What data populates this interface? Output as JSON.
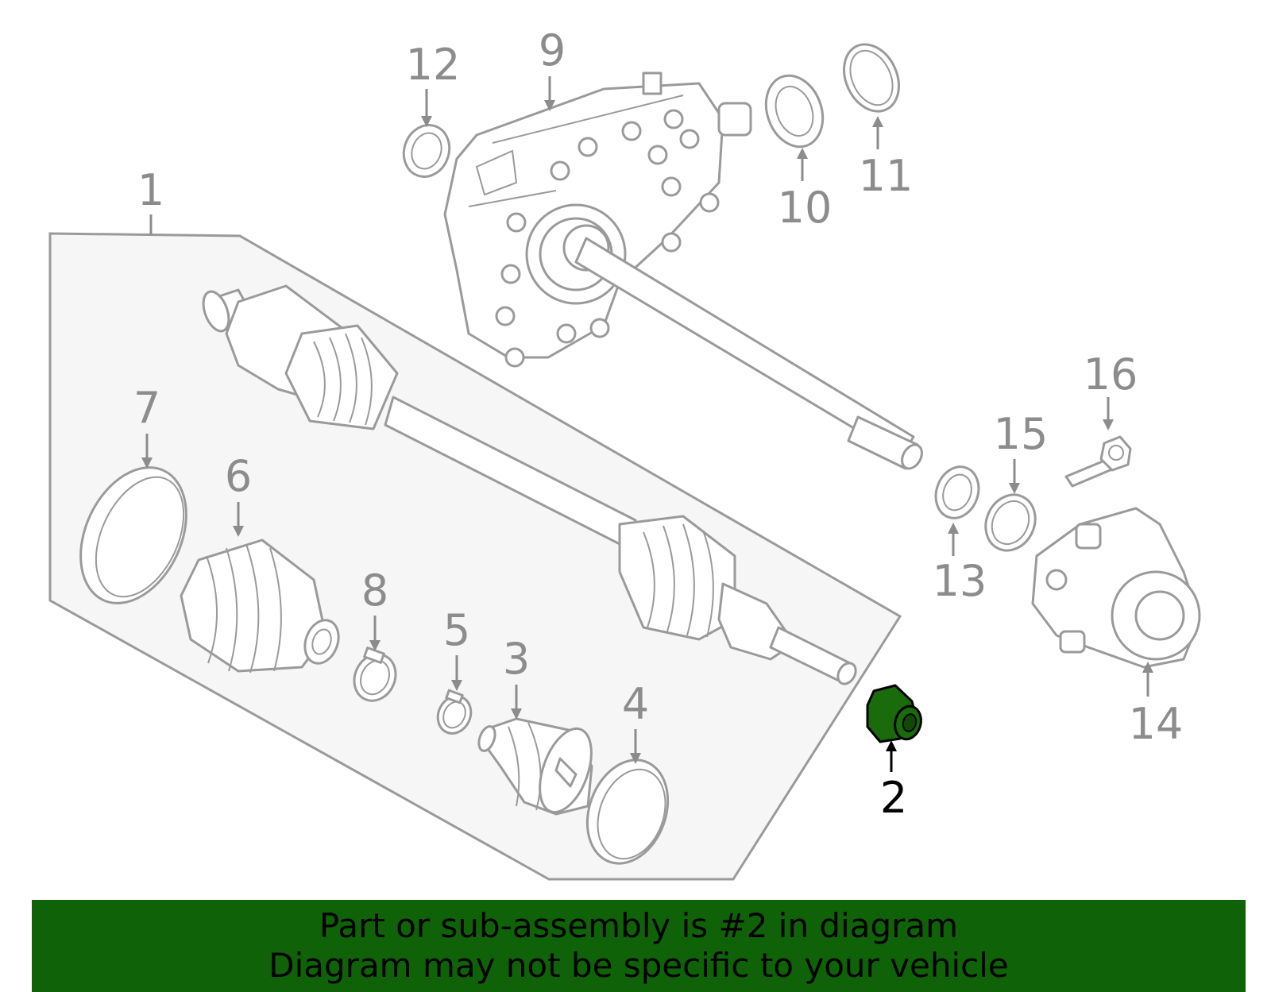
{
  "callouts": [
    {
      "id": "1",
      "text": "1"
    },
    {
      "id": "2",
      "text": "2"
    },
    {
      "id": "3",
      "text": "3"
    },
    {
      "id": "4",
      "text": "4"
    },
    {
      "id": "5",
      "text": "5"
    },
    {
      "id": "6",
      "text": "6"
    },
    {
      "id": "7",
      "text": "7"
    },
    {
      "id": "8",
      "text": "8"
    },
    {
      "id": "9",
      "text": "9"
    },
    {
      "id": "10",
      "text": "10"
    },
    {
      "id": "11",
      "text": "11"
    },
    {
      "id": "12",
      "text": "12"
    },
    {
      "id": "13",
      "text": "13"
    },
    {
      "id": "14",
      "text": "14"
    },
    {
      "id": "15",
      "text": "15"
    },
    {
      "id": "16",
      "text": "16"
    }
  ],
  "highlight": {
    "part": "2",
    "color": "#1a6b0c"
  },
  "banner": {
    "line1": "Part or sub-assembly is #2 in diagram",
    "line2": "Diagram may not be specific to your vehicle",
    "background": "#106208"
  }
}
